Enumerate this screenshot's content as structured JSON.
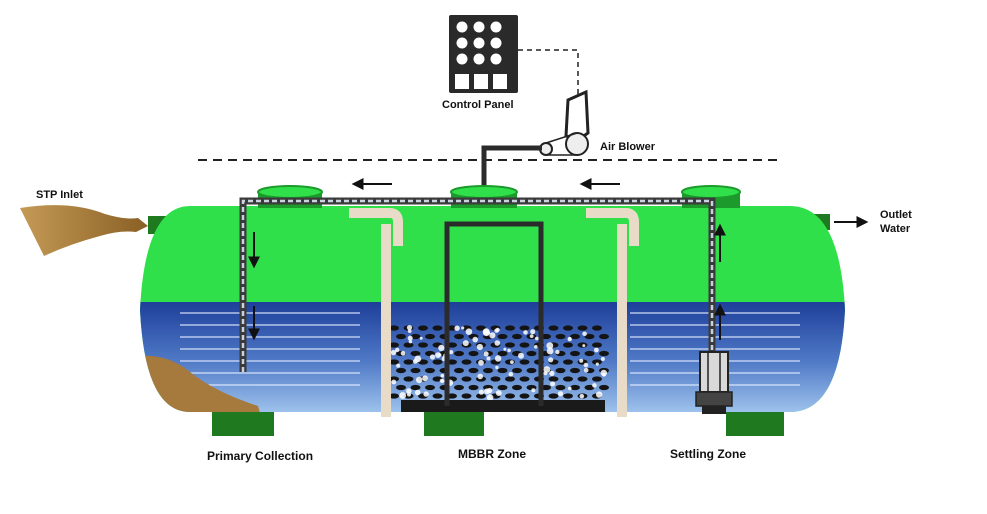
{
  "labels": {
    "control_panel": "Control Panel",
    "air_blower": "Air Blower",
    "stp_inlet": "STP Inlet",
    "outlet_water_line1": "Outlet",
    "outlet_water_line2": "Water",
    "primary_collection": "Primary Collection",
    "mbbr_zone": "MBBR Zone",
    "settling_zone": "Settling Zone"
  },
  "colors": {
    "tank_green": "#2fe04a",
    "tank_green_dark": "#1ca830",
    "water_blue_top": "#1e3f9a",
    "water_blue_bottom": "#9fc4ee",
    "pipe_dark": "#2b2b2b",
    "pipe_light": "#e8dcc8",
    "sludge_brown": "#a57a3c",
    "leg_green": "#1f7a1f",
    "manhole_green": "#1c9a2c"
  },
  "icons": {
    "control_panel": "control-panel-icon",
    "air_blower": "air-blower-icon",
    "pump": "submersible-pump-icon",
    "arrow": "flow-arrow-icon"
  }
}
